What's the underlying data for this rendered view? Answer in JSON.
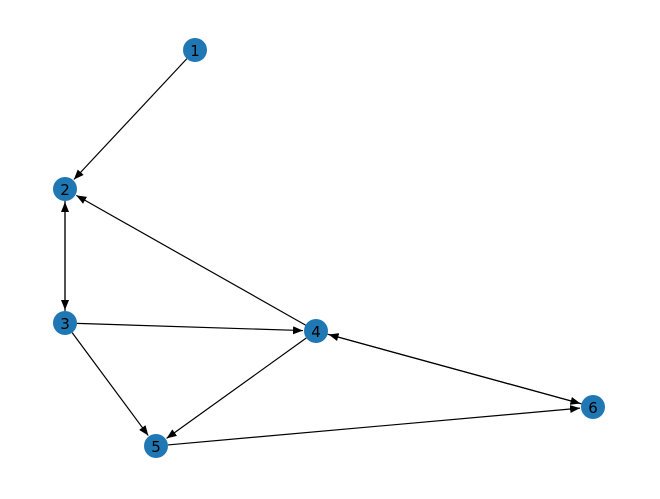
{
  "graph": {
    "directed": true,
    "node_color": "#1f77b4",
    "edge_color": "#000000",
    "nodes": [
      {
        "id": "1",
        "label": "1"
      },
      {
        "id": "2",
        "label": "2"
      },
      {
        "id": "3",
        "label": "3"
      },
      {
        "id": "4",
        "label": "4"
      },
      {
        "id": "5",
        "label": "5"
      },
      {
        "id": "6",
        "label": "6"
      }
    ],
    "edges": [
      {
        "from": "1",
        "to": "2"
      },
      {
        "from": "2",
        "to": "3"
      },
      {
        "from": "3",
        "to": "2"
      },
      {
        "from": "3",
        "to": "4"
      },
      {
        "from": "3",
        "to": "5"
      },
      {
        "from": "4",
        "to": "2"
      },
      {
        "from": "4",
        "to": "5"
      },
      {
        "from": "4",
        "to": "6"
      },
      {
        "from": "6",
        "to": "4"
      },
      {
        "from": "5",
        "to": "6"
      }
    ]
  }
}
